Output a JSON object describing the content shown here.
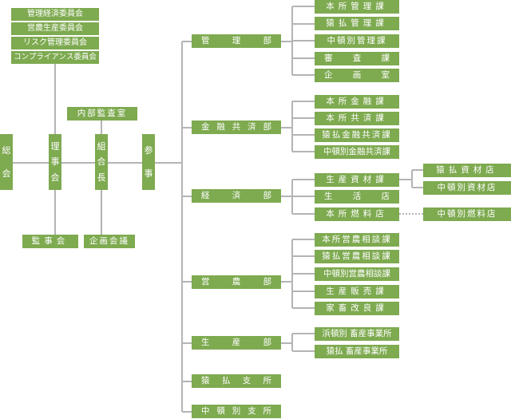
{
  "chart_data": {
    "type": "org-chart",
    "nodes": {
      "soukai": "総会",
      "rijikai": "理事会",
      "kumiaicho": "組合長",
      "sanji": "参事",
      "naibu_kansa": "内部監査室",
      "kanjikai": "監事会",
      "kikaku_kaigi": "企画会議",
      "committees": [
        "管理経済委員会",
        "営農生産委員会",
        "リスク管理委員会",
        "コンプライアンス委員会"
      ],
      "departments": [
        {
          "name": "管理部",
          "sections": [
            "本所管理課",
            "猿払管理課",
            "中頓別管理課",
            "審査課",
            "企画室"
          ]
        },
        {
          "name": "金融共済部",
          "sections": [
            "本所金融課",
            "本所共済課",
            "猿払金融共済課",
            "中頓別金融共済課"
          ]
        },
        {
          "name": "経済部",
          "sections": [
            "生産資材課",
            "生活店",
            "本所燃料店"
          ],
          "sub": {
            "生産資材課": [
              "猿払資材店",
              "中頓別資材店"
            ],
            "本所燃料店": [
              "中頓別燃料店"
            ]
          }
        },
        {
          "name": "営農部",
          "sections": [
            "本所営農相談課",
            "猿払営農相談課",
            "中頓別営農相談課",
            "生産販売課",
            "家畜改良課"
          ]
        },
        {
          "name": "生産部",
          "sections": [
            "浜頓別 畜産事業所",
            "猿払 畜産事業所"
          ]
        },
        {
          "name": "猿払支所",
          "sections": []
        },
        {
          "name": "中頓別支所",
          "sections": []
        }
      ]
    }
  },
  "colors": {
    "box": "#7eaa50",
    "line": "#b4b4b4",
    "text": "#ffffff"
  }
}
